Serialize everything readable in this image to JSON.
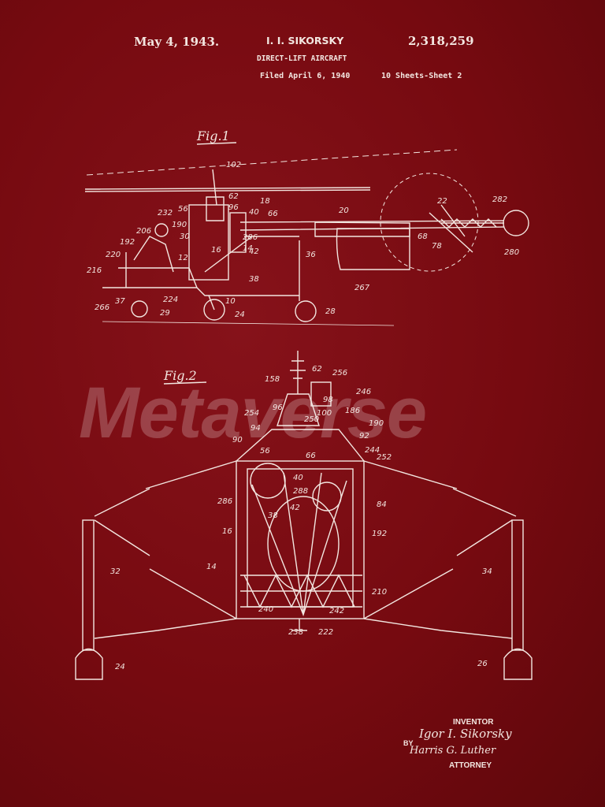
{
  "header": {
    "date": "May 4, 1943.",
    "inventor_short": "I. I. SIKORSKY",
    "patent_number": "2,318,259",
    "title": "DIRECT-LIFT AIRCRAFT",
    "filed": "Filed April 6, 1940",
    "sheets": "10 Sheets-Sheet 2"
  },
  "fig1": {
    "caption": "Fig.1",
    "labels": [
      "102",
      "62",
      "18",
      "56",
      "96",
      "40",
      "66",
      "20",
      "22",
      "282",
      "232",
      "190",
      "286",
      "14",
      "42",
      "206",
      "30",
      "12",
      "16",
      "192",
      "220",
      "36",
      "68",
      "78",
      "280",
      "216",
      "38",
      "267",
      "266",
      "37",
      "224",
      "10",
      "29",
      "24",
      "28"
    ]
  },
  "fig2": {
    "caption": "Fig.2",
    "labels": [
      "62",
      "256",
      "158",
      "98",
      "246",
      "96",
      "100",
      "186",
      "254",
      "250",
      "190",
      "94",
      "92",
      "90",
      "56",
      "66",
      "244",
      "252",
      "40",
      "288",
      "84",
      "286",
      "42",
      "38",
      "16",
      "192",
      "32",
      "34",
      "14",
      "210",
      "240",
      "242",
      "238",
      "222",
      "24",
      "26"
    ]
  },
  "watermark": "Metaverse",
  "signature": {
    "inventor_label": "INVENTOR",
    "inventor_name": "Igor I. Sikorsky",
    "by": "BY",
    "attorney_name": "Harris G. Luther",
    "attorney_label": "ATTORNEY"
  },
  "colors": {
    "background": "#780a0f",
    "ink": "#f3e6e0"
  }
}
